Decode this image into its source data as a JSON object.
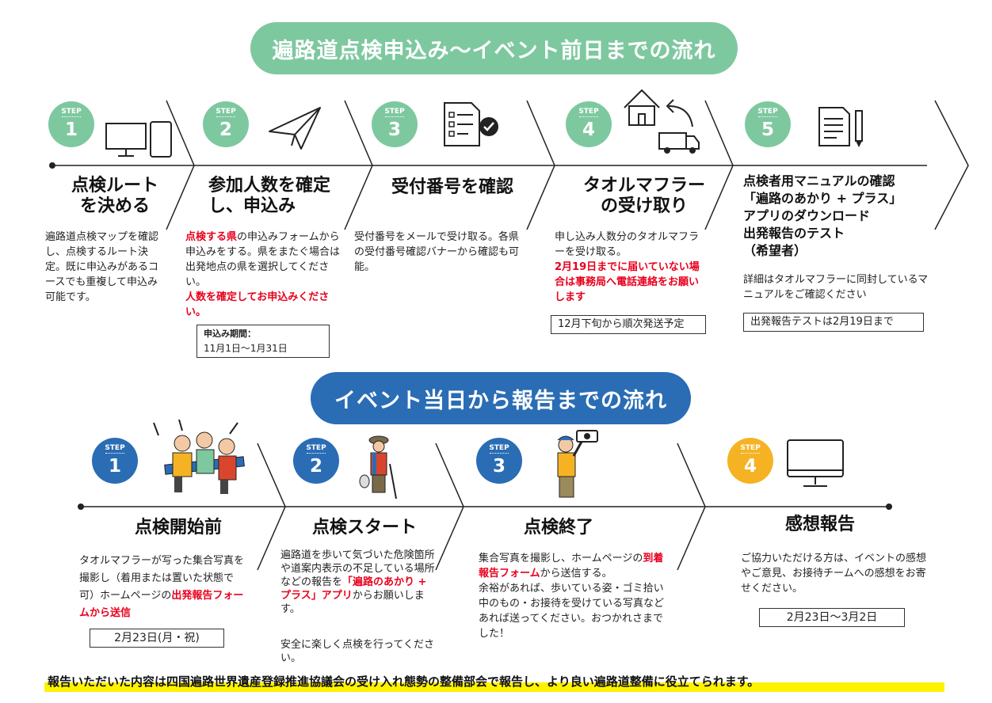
{
  "section1": {
    "banner": "遍路道点検申込み〜イベント前日までの流れ",
    "steps": [
      {
        "step_label": "STEP",
        "num": "1",
        "title_line1": "点検ルート",
        "title_line2": "を決める",
        "body": "遍路道点検マップを確認し、点検するルート決定。既に申込みがあるコースでも重複して申込み可能です。"
      },
      {
        "step_label": "STEP",
        "num": "2",
        "title_line1": "参加人数を確定",
        "title_line2": "し、申込み",
        "body_red1": "点検する県",
        "body_mid": "の申込みフォームから申込みをする。県をまたぐ場合は出発地点の県を選択してください。",
        "body_red2": "人数を確定してお申込みください。",
        "period_label": "申込み期間：",
        "period_value": "11月1日〜1月31日"
      },
      {
        "step_label": "STEP",
        "num": "3",
        "title": "受付番号を確認",
        "body": "受付番号をメールで受け取る。各県の受付番号確認バナーから確認も可能。"
      },
      {
        "step_label": "STEP",
        "num": "4",
        "title_line1": "タオルマフラー",
        "title_line2": "の受け取り",
        "body": "申し込み人数分のタオルマフラーを受け取る。",
        "body_red": "2月19日までに届いていない場合は事務局へ電話連絡をお願いします",
        "note": "12月下旬から順次発送予定"
      },
      {
        "step_label": "STEP",
        "num": "5",
        "title_line1": "点検者用マニュアルの確認",
        "title_line2": "「遍路のあかり + プラス」",
        "title_line3": "アプリのダウンロード",
        "title_line4": "出発報告のテスト",
        "title_line5": "（希望者）",
        "body": "詳細はタオルマフラーに同封しているマニュアルをご確認ください",
        "note": "出発報告テストは2月19日まで"
      }
    ]
  },
  "section2": {
    "banner": "イベント当日から報告までの流れ",
    "steps": [
      {
        "step_label": "STEP",
        "num": "1",
        "title": "点検開始前",
        "body": "タオルマフラーが写った集合写真を撮影し（着用または置いた状態で可）ホームページの",
        "body_red": "出発報告フォームから送信",
        "note": "2月23日(月・祝)"
      },
      {
        "step_label": "STEP",
        "num": "2",
        "title": "点検スタート",
        "body": "遍路道を歩いて気づいた危険箇所や道案内表示の不足している場所などの報告を",
        "body_red": "「遍路のあかり + プラス」アプリ",
        "body_end": "からお願いします。",
        "body2": "安全に楽しく点検を行ってください。"
      },
      {
        "step_label": "STEP",
        "num": "3",
        "title": "点検終了",
        "body_pre": "集合写真を撮影し、ホームページの",
        "body_red": "到着報告フォーム",
        "body_post": "から送信する。",
        "body2": "余裕があれば、歩いている姿・ゴミ拾い中のもの・お接待を受けている写真などあれば送ってください。おつかれさまでした！"
      },
      {
        "step_label": "STEP",
        "num": "4",
        "title": "感想報告",
        "body": "ご協力いただける方は、イベントの感想やご意見、お接待チームへの感想をお寄せください。",
        "note": "2月23日〜3月2日"
      }
    ]
  },
  "footer": "報告いただいた内容は四国遍路世界遺産登録推進協議会の受け入れ態勢の整備部会で報告し、より良い遍路道整備に役立てられます。",
  "colors": {
    "green": "#7ec8a0",
    "blue": "#2a6db5",
    "yellow": "#f5b324",
    "red": "#e8001c"
  }
}
